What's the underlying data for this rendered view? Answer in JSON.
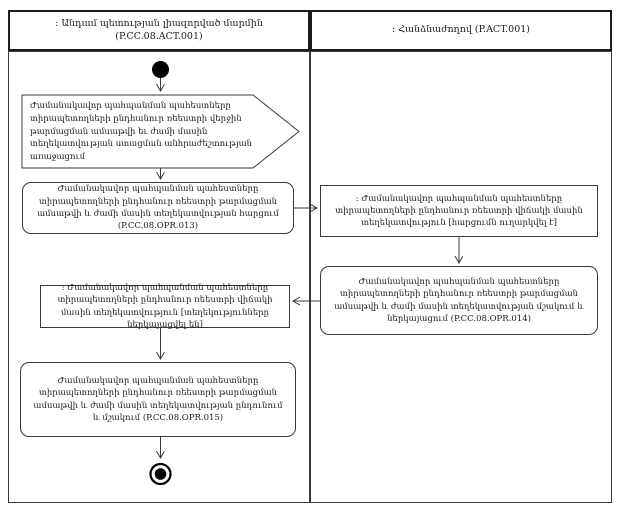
{
  "lanes": {
    "left_title": ": Անդամ պետության լիազորված մարմին (P.CC.08.ACT.001)",
    "right_title": ": Հանձնաժողով (P.ACT.001)"
  },
  "nodes": {
    "signal_text": "Ժամանակավոր պահպանման պահեստները տիրապետողների ընդհանուր ռեեստրի վերջին թարմացման ամսաթվի եւ ժամի մասին տեղեկատվության ստացման անհրաժեշտության առաջացում",
    "request_action": "Ժամանակավոր պահպանման պահեստները տիրապետողների ընդհանուր ռեեստրի թարմացման ամսաթվի և ժամի մասին տեղեկատվության հարցում (P.CC.08.OPR.013)",
    "request_object": ": Ժամանակավոր պահպանման պահեստները տիրապետողների ընդհանուր ռեեստրի վիճակի մասին տեղեկատվություն [հարցումն ուղարկվել է]",
    "process_action": "Ժամանակավոր պահպանման պահեստները տիրապետողների ընդհանուր ռեեստրի թարմացման ամսաթվի և ժամի մասին տեղեկատվության մշակում և ներկայացում (P.CC.08.OPR.014)",
    "result_object": ": Ժամանակավոր պահպանման պահեստները տիրապետողների ընդհանուր ռեեստրի վիճակի մասին տեղեկատվություն [տեղեկությունները ներկայացվել են]",
    "receive_action": "Ժամանակավոր պահպանման պահեստները տիրապետողների ընդհանուր ռեեստրի թարմացման ամսաթվի և ժամի մասին տեղեկատվության ընդունում և մշակում (P.CC.08.OPR.015)"
  },
  "colors": {
    "line": "#3a3a3a",
    "node_fill": "#ffffff",
    "terminal": "#000000"
  }
}
